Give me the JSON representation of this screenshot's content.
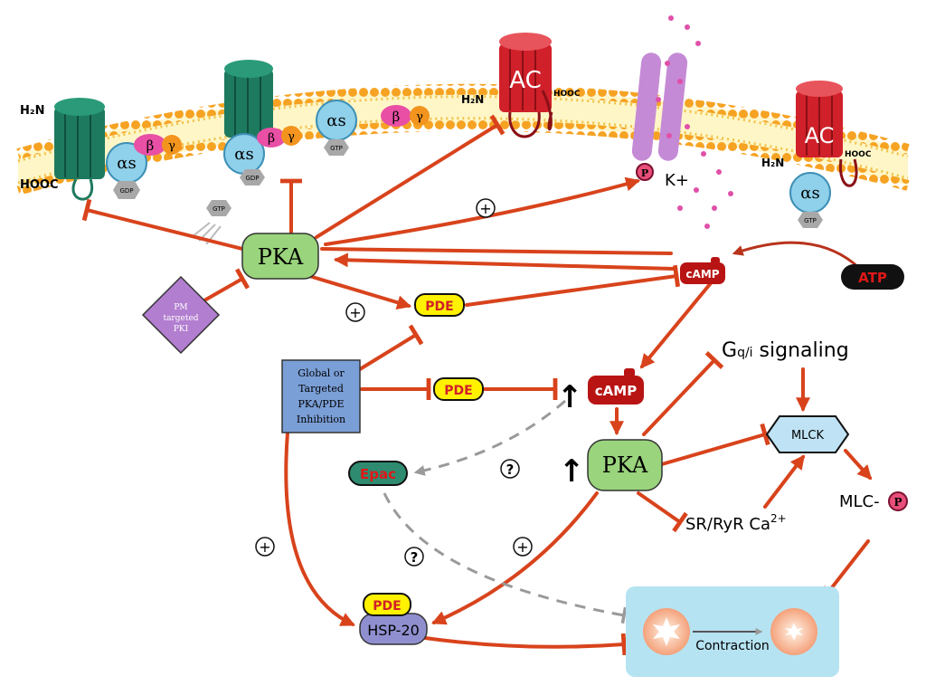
{
  "membrane": {
    "receptor_n_label": "H₂N",
    "receptor_c_label": "HOOC",
    "alpha_label": "αs",
    "beta_label": "β",
    "gamma_label": "γ",
    "gdp_label": "GDP",
    "gtp_label": "GTP",
    "ac_label": "AC",
    "ac_n_label": "H₂N",
    "ac_c_label": "HOOC",
    "k_label": "K+",
    "phospho_label": "P"
  },
  "nodes": {
    "pka_top": "PKA",
    "pka_mid": "PKA",
    "pde_top": "PDE",
    "pde_mid": "PDE",
    "pde_bottom": "PDE",
    "camp_top": "cAMP",
    "camp_mid": "cAMP",
    "atp": "ATP",
    "epac": "Epac",
    "mlck": "MLCK",
    "hsp20": "HSP-20",
    "pm_pki": [
      "PM",
      "targeted",
      "PKI"
    ],
    "inhibition_box": [
      "Global or",
      "Targeted",
      "PKA/PDE",
      "Inhibition"
    ],
    "gqi_g": "G",
    "gqi_sub": "q/i",
    "gqi_rest": " signaling",
    "sr_ryr": "SR/RyR Ca",
    "sr_ryr_sup": "2+",
    "mlc": "MLC-",
    "contraction": "Contraction"
  },
  "symbols": {
    "plus": "+",
    "question": "?",
    "up_arrow": "↑",
    "phospho": "P"
  },
  "colors": {
    "arrow": "#d8431c",
    "pka_fill": "#9ad47c",
    "pde_fill": "#fff200",
    "camp_fill": "#b81414",
    "atp_fill": "#111111",
    "epac_fill": "#2e8b70",
    "mlck_fill": "#bfe3f4",
    "hsp20_fill": "#8f8fd0",
    "pki_fill": "#b27ed0",
    "inhibition_fill": "#7a9ed6",
    "contraction_fill": "#b6e3f2",
    "membrane_head": "#f6a323",
    "receptor": "#1e7a5f",
    "ac": "#d0202a",
    "alpha_s": "#8fd0ea",
    "beta": "#e84fa5",
    "gamma": "#f2941e",
    "channel": "#c58ad6"
  }
}
